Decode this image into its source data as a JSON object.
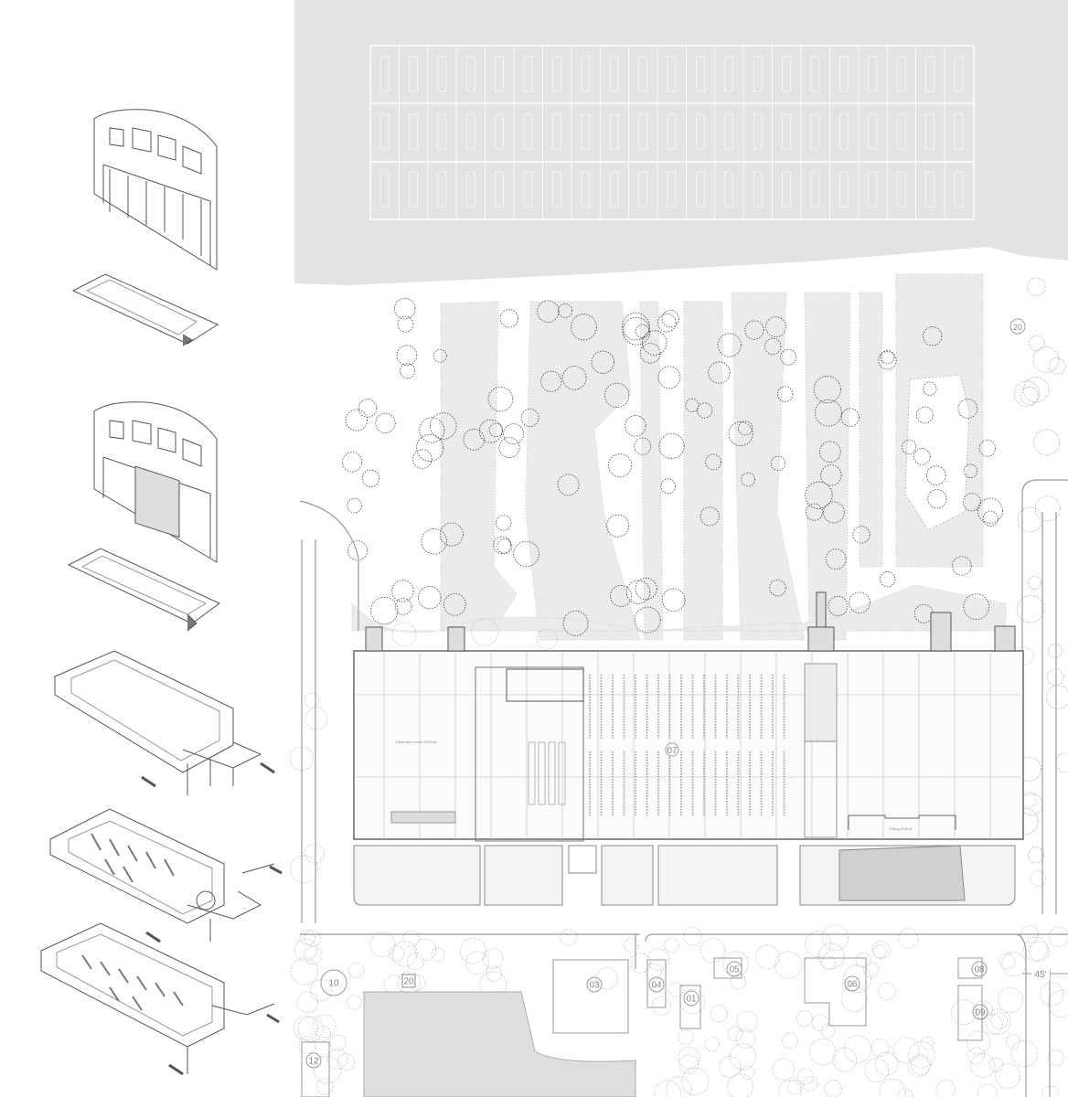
{
  "plan": {
    "building_number": "07",
    "north_label": "20",
    "building_labels": {
      "warehouse": "Fabric store House 22000 sft",
      "folding": "Folding 5145 sft"
    },
    "site_labels": [
      {
        "id": "10",
        "kind": "circle"
      },
      {
        "id": "20",
        "kind": "square"
      },
      {
        "id": "03",
        "kind": "circle"
      },
      {
        "id": "04",
        "kind": "circle"
      },
      {
        "id": "01",
        "kind": "circle"
      },
      {
        "id": "05",
        "kind": "circle"
      },
      {
        "id": "06",
        "kind": "circle"
      },
      {
        "id": "08",
        "kind": "circle"
      },
      {
        "id": "09",
        "kind": "circle"
      },
      {
        "id": "12",
        "kind": "circle"
      }
    ],
    "dimension": "45'"
  },
  "colors": {
    "paper": "#ffffff",
    "ink": "#555555",
    "light_ink": "#aaaaaa",
    "shade": "#e2e2e2"
  }
}
